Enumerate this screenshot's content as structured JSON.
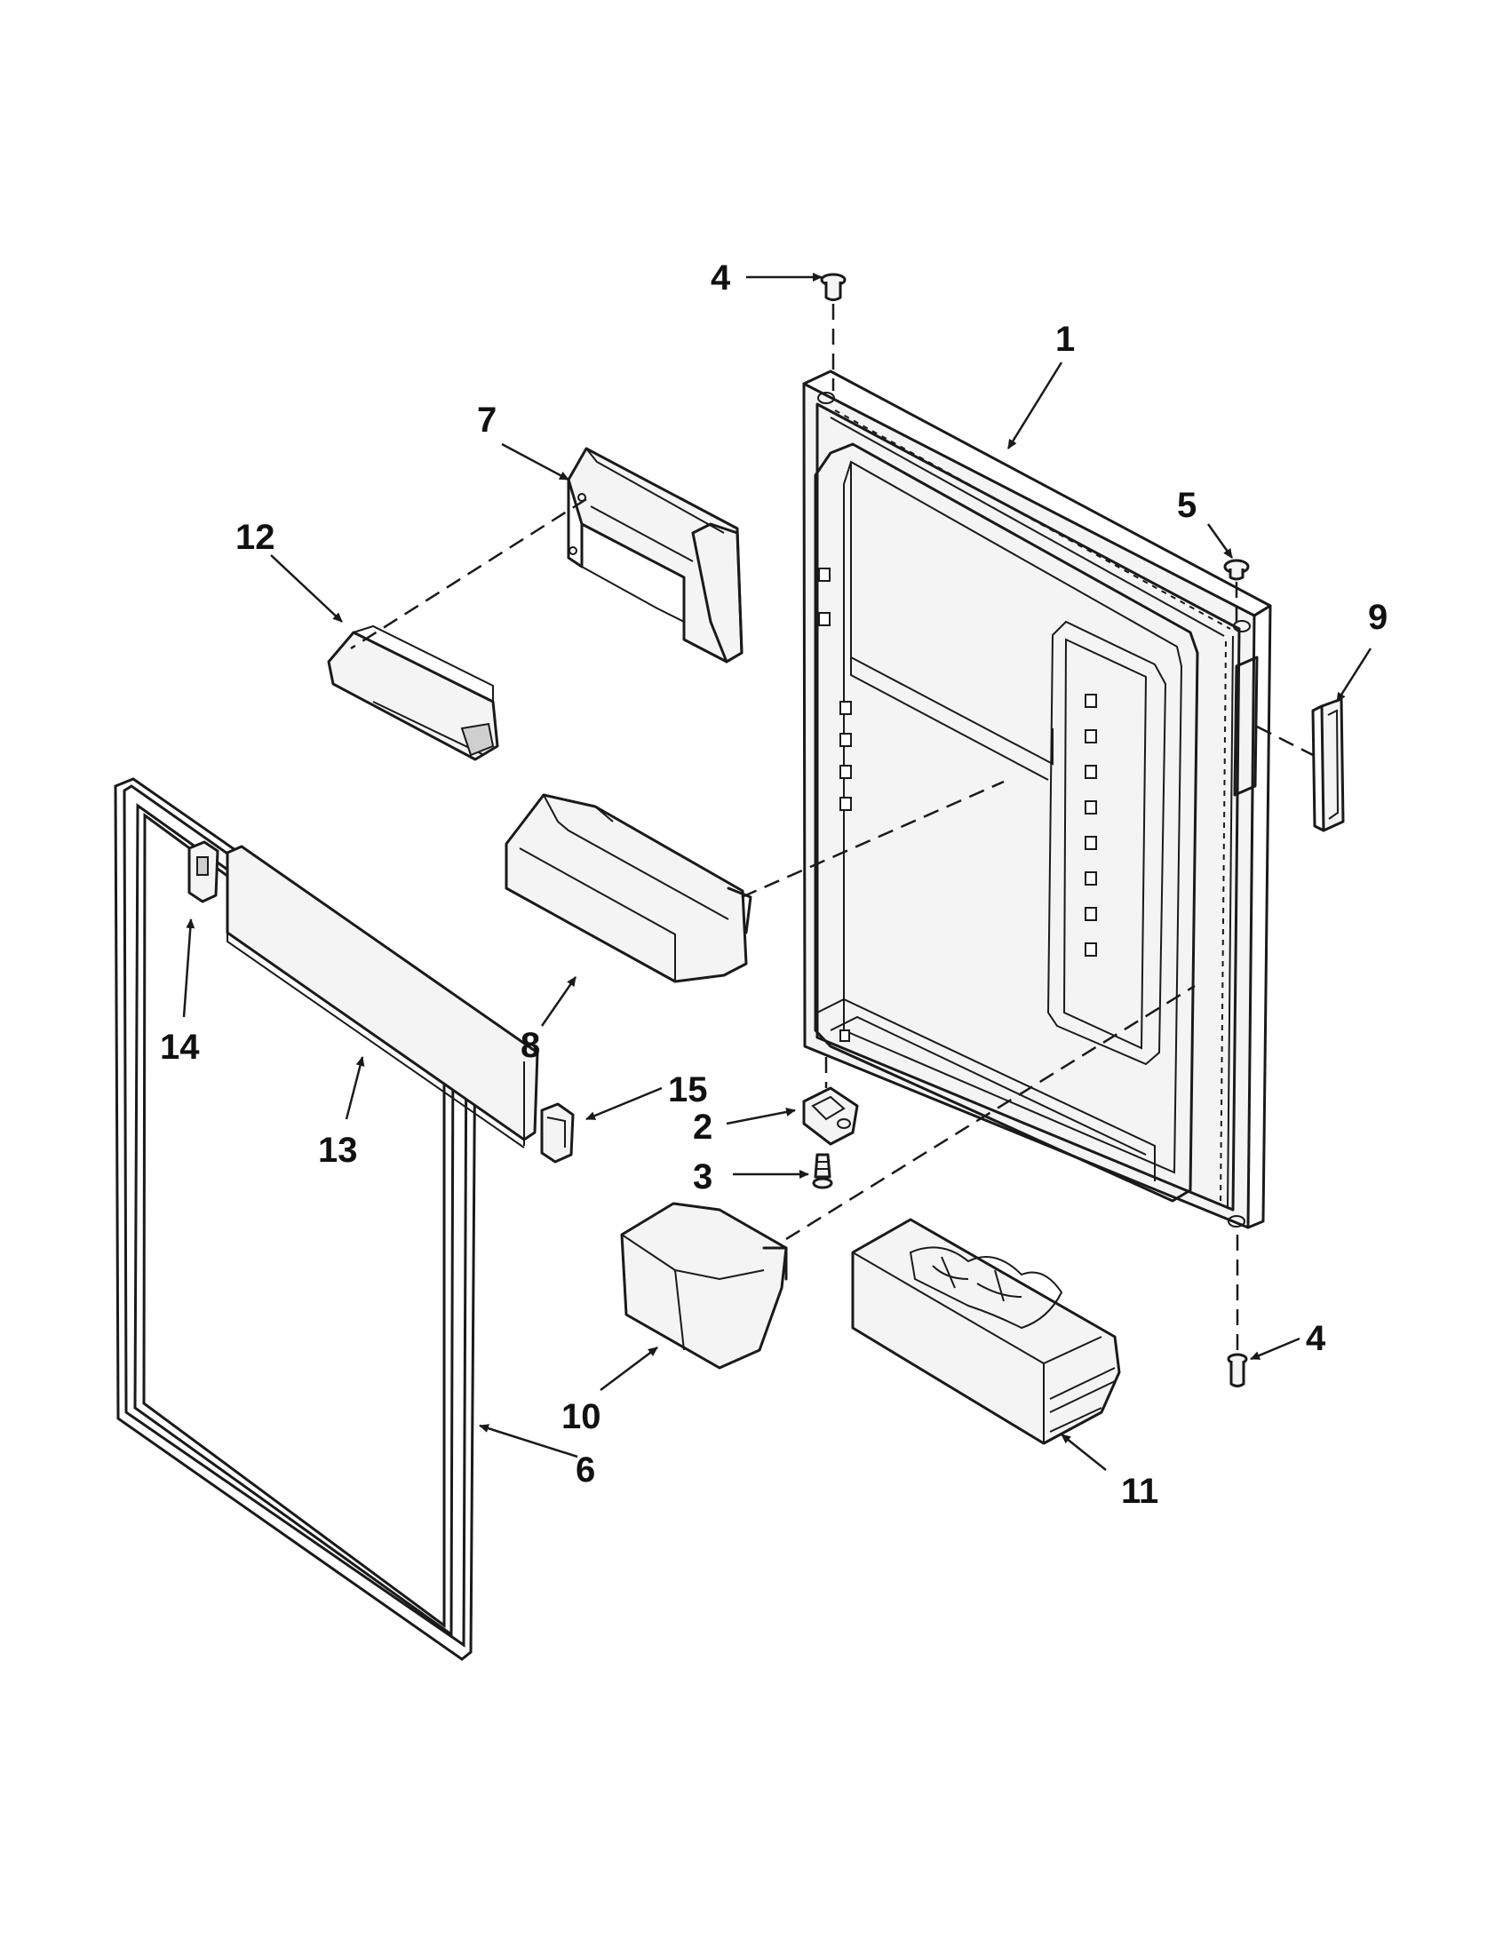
{
  "labels": [
    {
      "id": "1",
      "text": "1"
    },
    {
      "id": "2",
      "text": "2"
    },
    {
      "id": "3",
      "text": "3"
    },
    {
      "id": "4a",
      "text": "4"
    },
    {
      "id": "4b",
      "text": "4"
    },
    {
      "id": "5",
      "text": "5"
    },
    {
      "id": "6",
      "text": "6"
    },
    {
      "id": "7",
      "text": "7"
    },
    {
      "id": "8",
      "text": "8"
    },
    {
      "id": "9",
      "text": "9"
    },
    {
      "id": "10",
      "text": "10"
    },
    {
      "id": "11",
      "text": "11"
    },
    {
      "id": "12",
      "text": "12"
    },
    {
      "id": "13",
      "text": "13"
    },
    {
      "id": "14",
      "text": "14"
    },
    {
      "id": "15",
      "text": "15"
    }
  ]
}
